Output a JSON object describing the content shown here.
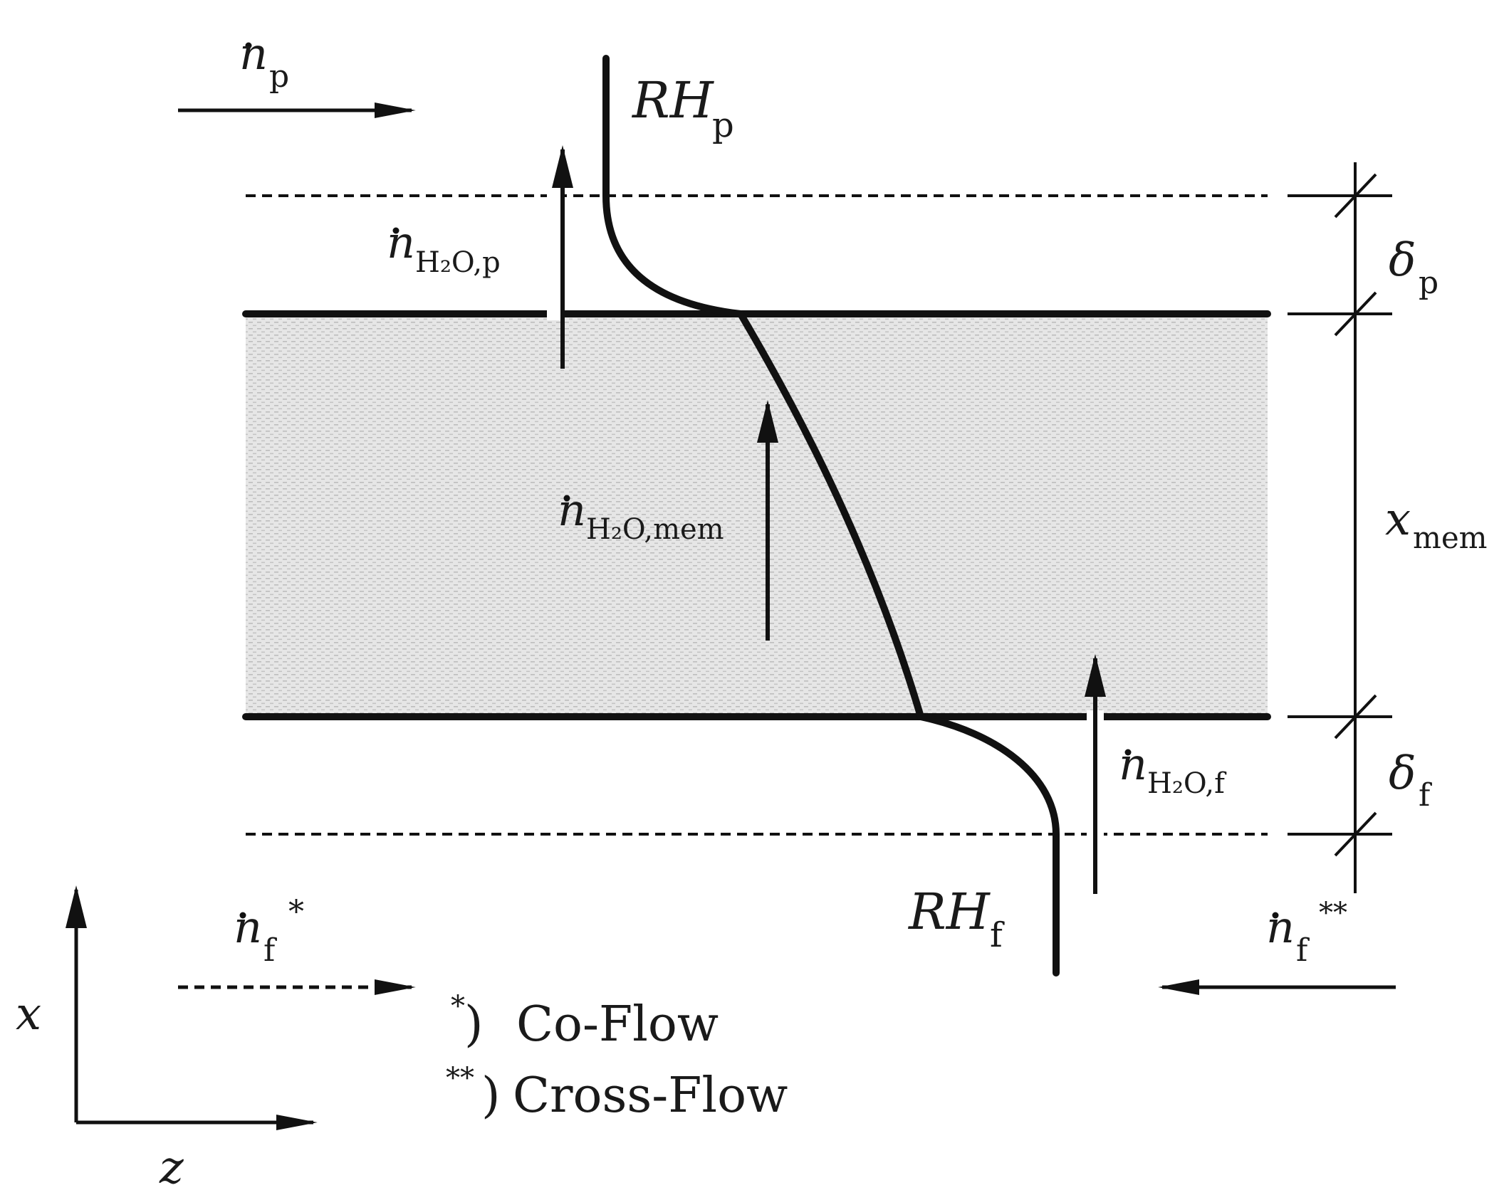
{
  "colors": {
    "ink": "#111111",
    "membrane_fill": "#e4e4e4",
    "membrane_dots": "#b8b8b8"
  },
  "labels": {
    "n_dot": "n",
    "n_p_sub": "p",
    "rh": "RH",
    "rh_p_sub": "p",
    "rh_f_sub": "f",
    "h2o_p_sub": "H₂O,p",
    "h2o_mem_sub": "H₂O,mem",
    "h2o_f_sub": "H₂O,f",
    "delta": "δ",
    "delta_p_sub": "p",
    "delta_f_sub": "f",
    "x_mem": "x",
    "x_mem_sub": "mem",
    "n_f_sub": "f",
    "star1": "*",
    "star2": "**",
    "axis_x": "x",
    "axis_z": "z"
  },
  "legend": {
    "co_marker": "*",
    "co_paren": ")",
    "co_text": "Co-Flow",
    "cross_marker": "**",
    "cross_paren": ")",
    "cross_text": "Cross-Flow"
  }
}
